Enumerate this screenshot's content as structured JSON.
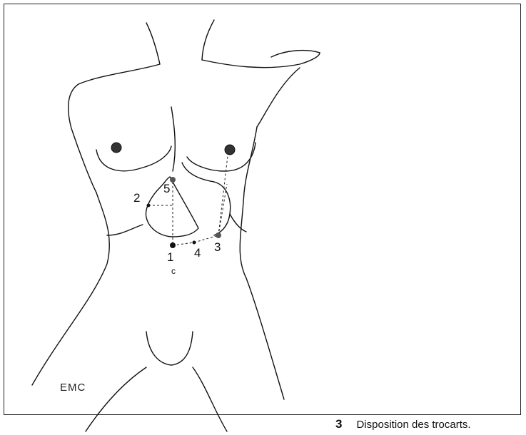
{
  "diagram": {
    "trocar_labels": [
      "1",
      "2",
      "3",
      "4",
      "5"
    ],
    "umbilicus_mark": "c",
    "signature": "EMC"
  },
  "caption": {
    "figure_number": "3",
    "text": "Disposition des trocarts."
  }
}
